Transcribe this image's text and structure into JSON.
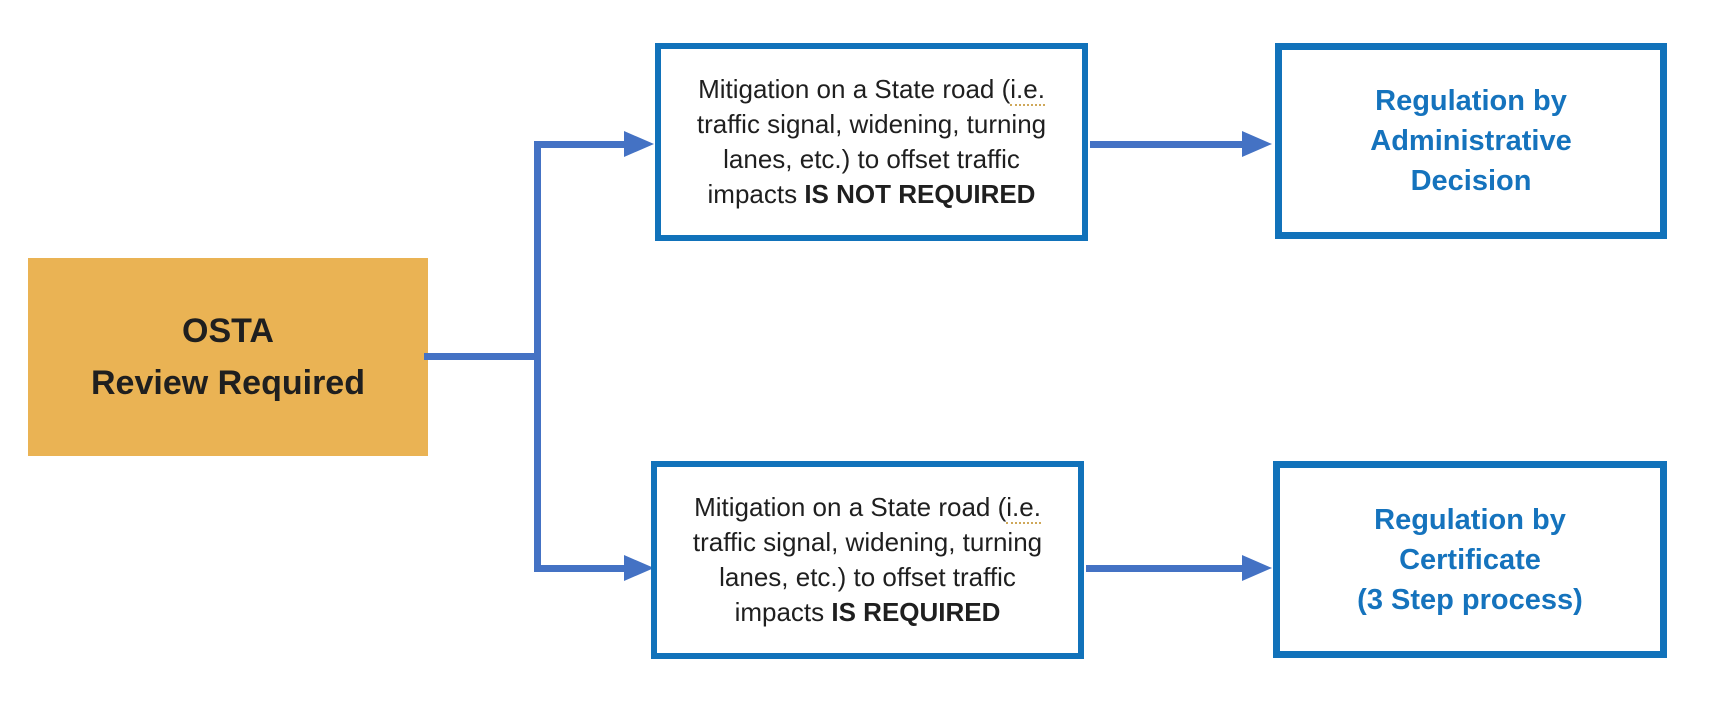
{
  "colors": {
    "background": "#ffffff",
    "gold_fill": "#EAB354",
    "border_blue": "#1172BA",
    "blue_text": "#1573BD",
    "connector_blue": "#4472C4",
    "black_text": "#1f1f1f",
    "squiggle_gold": "#CFA85A"
  },
  "nodes": {
    "osta": {
      "line1": "OSTA",
      "line2": "Review Required"
    },
    "mitigation_not_required": {
      "line1_pre": "Mitigation on a State road (",
      "line1_ie": "i.e.",
      "line2": "traffic signal, widening, turning",
      "line3": "lanes, etc.) to offset traffic",
      "line4_pre": "impacts ",
      "line4_bold": "IS NOT REQUIRED"
    },
    "mitigation_required": {
      "line1_pre": "Mitigation on a State road (",
      "line1_ie": "i.e.",
      "line2": "traffic signal, widening, turning",
      "line3": "lanes, etc.) to offset traffic",
      "line4_pre": "impacts ",
      "line4_bold": "IS REQUIRED"
    },
    "regulation_admin": {
      "line1": "Regulation by",
      "line2": "Administrative",
      "line3": "Decision"
    },
    "regulation_cert": {
      "line1": "Regulation by",
      "line2": "Certificate",
      "line3": "(3 Step process)"
    }
  }
}
